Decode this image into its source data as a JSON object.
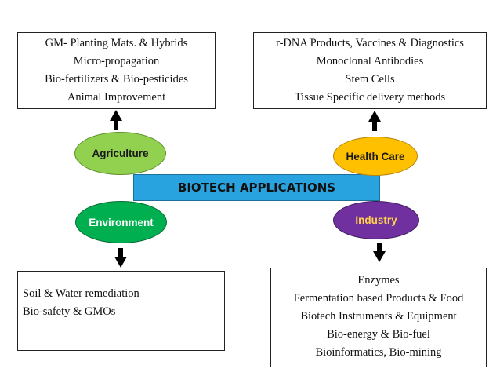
{
  "title": "BIOTECH APPLICATIONS",
  "categories": {
    "agriculture": {
      "label": "Agriculture",
      "color": "#92d050"
    },
    "health_care": {
      "label": "Health Care",
      "color": "#ffc000"
    },
    "environment": {
      "label": "Environment",
      "color": "#00b050"
    },
    "industry": {
      "label": "Industry",
      "color": "#7030a0"
    }
  },
  "boxes": {
    "agriculture": [
      "GM- Planting Mats. & Hybrids",
      "Micro-propagation",
      "Bio-fertilizers & Bio-pesticides",
      "Animal Improvement"
    ],
    "health_care": [
      "r-DNA Products, Vaccines & Diagnostics",
      "Monoclonal Antibodies",
      "Stem Cells",
      "Tissue Specific delivery methods"
    ],
    "environment": [
      "Soil & Water remediation",
      "Bio-safety & GMOs"
    ],
    "industry": [
      "Enzymes",
      "Fermentation based Products & Food",
      "Biotech Instruments & Equipment",
      "Bio-energy & Bio-fuel",
      "Bioinformatics, Bio-mining"
    ]
  }
}
